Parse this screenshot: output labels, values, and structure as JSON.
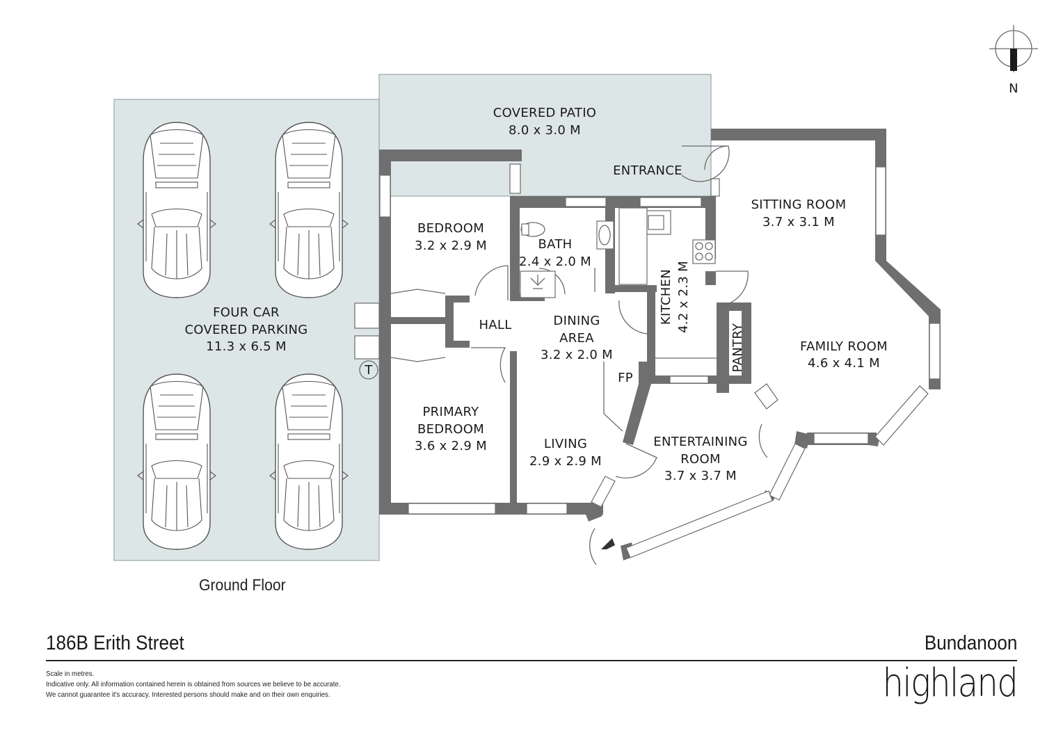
{
  "rooms": {
    "covered_patio": {
      "name": "COVERED PATIO",
      "size": "8.0 x 3.0 M"
    },
    "entrance": {
      "name": "ENTRANCE"
    },
    "sitting_room": {
      "name": "SITTING ROOM",
      "size": "3.7 x 3.1 M"
    },
    "bedroom": {
      "name": "BEDROOM",
      "size": "3.2 x 2.9 M"
    },
    "bath": {
      "name": "BATH",
      "size": "2.4 x 2.0 M"
    },
    "kitchen": {
      "name": "KITCHEN",
      "size": "4.2 x 2.3 M"
    },
    "hall": {
      "name": "HALL"
    },
    "dining_area": {
      "name_line1": "DINING",
      "name_line2": "AREA",
      "size": "3.2 x 2.0 M"
    },
    "pantry": {
      "name": "PANTRY"
    },
    "family_room": {
      "name": "FAMILY ROOM",
      "size": "4.6 x 4.1 M"
    },
    "fireplace": {
      "name": "FP"
    },
    "parking": {
      "name_line1": "FOUR CAR",
      "name_line2": "COVERED PARKING",
      "size": "11.3 x 6.5 M"
    },
    "primary_bedroom": {
      "name_line1": "PRIMARY",
      "name_line2": "BEDROOM",
      "size": "3.6 x 2.9 M"
    },
    "living": {
      "name": "LIVING",
      "size": "2.9 x 2.9 M"
    },
    "entertaining_room": {
      "name_line1": "ENTERTAINING",
      "name_line2": "ROOM",
      "size": "3.7 x 3.7 M"
    }
  },
  "compass": {
    "label": "N"
  },
  "tank_marker": {
    "label": "T"
  },
  "floor_title": "Ground Floor",
  "footer": {
    "address": "186B Erith Street",
    "suburb": "Bundanoon",
    "disclaimer": [
      "Scale in metres.",
      "Indicative only. All information contained herein is obtained from sources we believe to be accurate.",
      "We cannot guarantee it's accuracy. Interested persons should make and on their own enquiries."
    ],
    "brand": "highland"
  },
  "colors": {
    "wall": "#6f6f6f",
    "shaded_area": "#dde6e6",
    "text": "#1a1a1a"
  }
}
